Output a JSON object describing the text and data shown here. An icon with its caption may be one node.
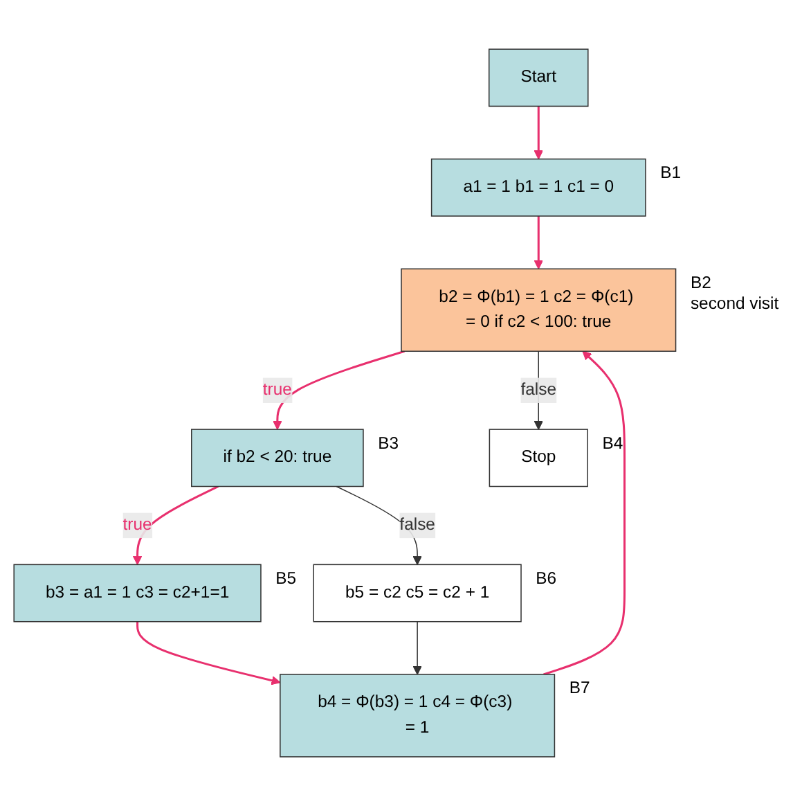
{
  "diagram": {
    "nodes": [
      {
        "text": [
          "Start"
        ]
      },
      {
        "text": [
          "a1 = 1 b1 = 1 c1 = 0"
        ],
        "beside": [
          "B1"
        ]
      },
      {
        "text": [
          "b2 = Φ(b1) = 1 c2 = Φ(c1) = 0 if c2 < 100: true"
        ],
        "beside": [
          "B2",
          "second visit"
        ]
      },
      {
        "text": [
          "if b2 < 20: true"
        ],
        "beside": [
          "B3"
        ]
      },
      {
        "text": [
          "Stop"
        ],
        "beside": [
          "B4"
        ]
      },
      {
        "text": [
          "b3 = a1 = 1 c3 = c2+1=1"
        ],
        "beside": [
          "B5"
        ]
      },
      {
        "text": [
          "b5 = c2 c5 = c2 + 1"
        ],
        "beside": [
          "B6"
        ]
      },
      {
        "text": [
          "b4 = Φ(b3) = 1 c4 = Φ(c3) = 1"
        ],
        "beside": [
          "B7"
        ]
      }
    ],
    "edges": [
      {
        "from": 0,
        "to": 1,
        "arrow": "to"
      },
      {
        "from": 1,
        "to": 2,
        "arrow": "to"
      },
      {
        "from": 2,
        "to": 3,
        "arrow": "to",
        "label": "true"
      },
      {
        "from": 2,
        "to": 4,
        "arrow": "to",
        "label": "false",
        "color": "#333333"
      },
      {
        "from": 3,
        "to": 5,
        "arrow": "to",
        "label": "true"
      },
      {
        "from": 3,
        "to": 6,
        "arrow": "to",
        "label": "false",
        "color": "#333333"
      },
      {
        "from": 5,
        "to": 7,
        "arrow": "to"
      },
      {
        "from": 6,
        "to": 7,
        "arrow": "to",
        "color": "#333333"
      },
      {
        "from": 7,
        "to": 2,
        "arrow": "to"
      }
    ]
  }
}
